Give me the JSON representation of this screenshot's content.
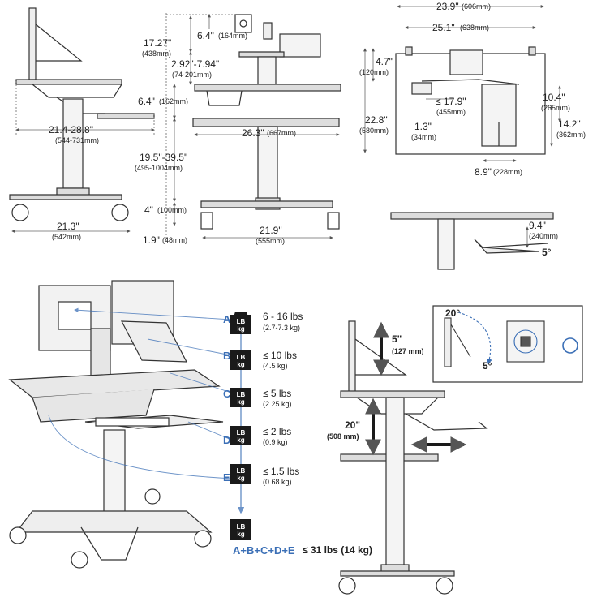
{
  "dimensions": {
    "side_depth": {
      "main": "21.4-28.8\"",
      "metric": "(544-731mm)"
    },
    "side_base": {
      "main": "21.3\"",
      "metric": "(542mm)"
    },
    "monitor_offset": {
      "main": "6.4\"",
      "metric": "(164mm)"
    },
    "monitor_height": {
      "main": "17.27\"",
      "metric": "(438mm)"
    },
    "monitor_adjust": {
      "main": "2.92\"-7.94\"",
      "metric": "(74-201mm)"
    },
    "keyboard_drop": {
      "main": "6.4\"",
      "metric": "(162mm)"
    },
    "worksurface_width": {
      "main": "26.3\"",
      "metric": "(667mm)"
    },
    "height_range": {
      "main": "19.5\"-39.5\"",
      "metric": "(495-1004mm)"
    },
    "caster_height": {
      "main": "4\"",
      "metric": "(100mm)"
    },
    "base_width": {
      "main": "21.9\"",
      "metric": "(555mm)"
    },
    "floor_clearance": {
      "main": "1.9\"",
      "metric": "(48mm)"
    },
    "top_width": {
      "main": "23.9\"",
      "metric": "(606mm)"
    },
    "top_inner_width": {
      "main": "25.1\"",
      "metric": "(638mm)"
    },
    "top_offset": {
      "main": "4.7\"",
      "metric": "(120mm)"
    },
    "top_depth": {
      "main": "22.8\"",
      "metric": "(580mm)"
    },
    "tray_width": {
      "main": "≤ 17.9\"",
      "metric": "(455mm)"
    },
    "edge_offset": {
      "main": "1.3\"",
      "metric": "(34mm)"
    },
    "tray_depth_a": {
      "main": "10.4\"",
      "metric": "(265mm)"
    },
    "tray_depth_b": {
      "main": "14.2\"",
      "metric": "(362mm)"
    },
    "tray_offset": {
      "main": "8.9\"",
      "metric": "(228mm)"
    },
    "tray_drop": {
      "main": "9.4\"",
      "metric": "(240mm)"
    },
    "tray_tilt": "5°"
  },
  "weights": [
    {
      "letter": "A",
      "main": "6 - 16 lbs",
      "metric": "(2.7-7.3 kg)"
    },
    {
      "letter": "B",
      "main": "≤ 10 lbs",
      "metric": "(4.5 kg)"
    },
    {
      "letter": "C",
      "main": "≤ 5 lbs",
      "metric": "(2.25 kg)"
    },
    {
      "letter": "D",
      "main": "≤ 2 lbs",
      "metric": "(0.9 kg)"
    },
    {
      "letter": "E",
      "main": "≤ 1.5 lbs",
      "metric": "(0.68 kg)"
    }
  ],
  "weight_icon": {
    "line1": "LB",
    "line2": "kg"
  },
  "total": {
    "formula": "A+B+C+D+E",
    "value": "≤ 31 lbs (14 kg)"
  },
  "adjustments": {
    "monitor_travel": {
      "main": "5\"",
      "metric": "(127 mm)"
    },
    "lift_travel": {
      "main": "20\"",
      "metric": "(508 mm)"
    },
    "tilt": "20°",
    "tilt_back": "5°"
  },
  "colors": {
    "accent": "#3b6fb6",
    "line": "#555555",
    "dark": "#1a1a1a",
    "surface": "#dcdcdc"
  }
}
